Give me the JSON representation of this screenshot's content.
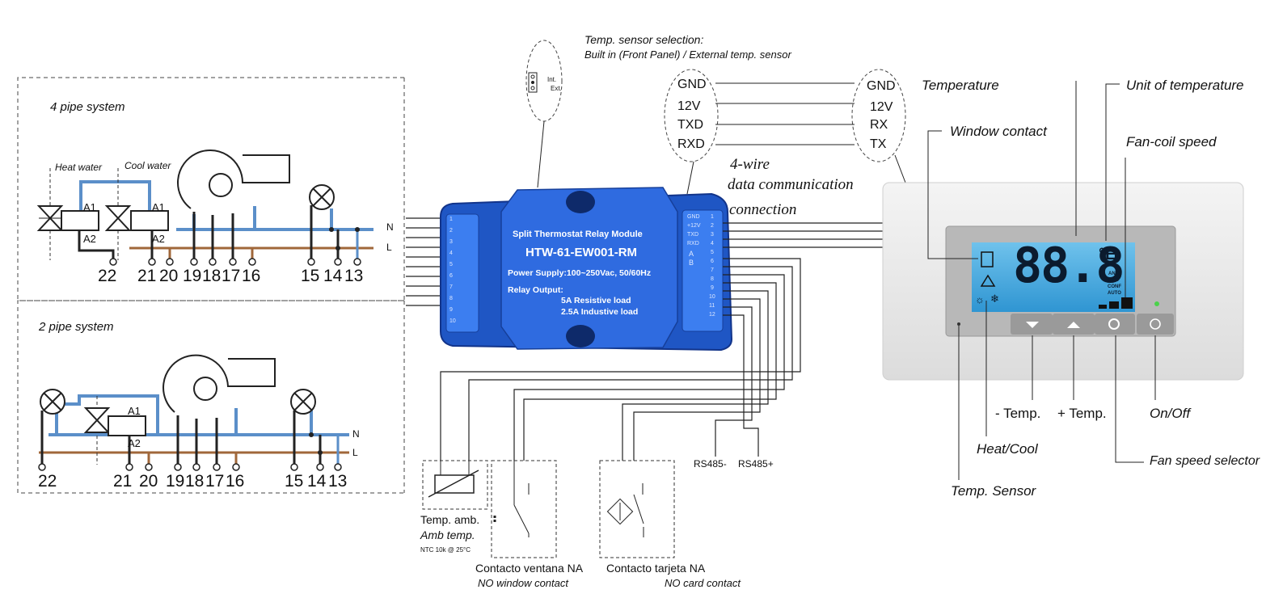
{
  "sensor_selection": {
    "title": "Temp. sensor selection:",
    "subtitle": "Built in (Front Panel) / External temp. sensor",
    "switch_int": "Int.",
    "switch_ext": "Ext."
  },
  "comm": {
    "left_pins": [
      "GND",
      "12V",
      "TXD",
      "RXD"
    ],
    "right_pins": [
      "GND",
      "12V",
      "RX",
      "TX"
    ],
    "note_line1": "4-wire",
    "note_line2": "data communication",
    "note_line3": "connection"
  },
  "four_pipe": {
    "title": "4 pipe system",
    "heat_water": "Heat water",
    "cool_water": "Cool water",
    "coil1_a1": "A1",
    "coil1_a2": "A2",
    "coil2_a1": "A1",
    "coil2_a2": "A2",
    "terminals": [
      "22",
      "21",
      "20",
      "19",
      "18",
      "17",
      "16",
      "15",
      "14",
      "13"
    ],
    "line_n": "N",
    "line_l": "L"
  },
  "two_pipe": {
    "title": "2 pipe system",
    "coil_a1": "A1",
    "coil_a2": "A2",
    "terminals": [
      "22",
      "21",
      "20",
      "19",
      "18",
      "17",
      "16",
      "15",
      "14",
      "13"
    ],
    "line_n": "N",
    "line_l": "L"
  },
  "module": {
    "title": "Split Thermostat Relay Module",
    "model": "HTW-61-EW001-RM",
    "power": "Power Supply:100~250Vac, 50/60Hz",
    "relay_title": "Relay Output:",
    "relay_1": "5A Resistive load",
    "relay_2": "2.5A Industive load",
    "left_pins": [
      "1",
      "2",
      "3",
      "4",
      "5",
      "6",
      "7",
      "8",
      "9",
      "10"
    ],
    "right_pins": [
      "GND",
      "+12V",
      "TXD",
      "RXD",
      "A",
      "B",
      "",
      "",
      "",
      ""
    ],
    "right_nums": [
      "1",
      "2",
      "3",
      "4",
      "5",
      "6",
      "7",
      "8",
      "9",
      "10",
      "11",
      "12"
    ]
  },
  "inputs": {
    "temp_amb": "Temp. amb.",
    "amb_temp": "Amb temp.",
    "ntc": "NTC 10k @ 25°C",
    "window_es": "Contacto ventana NA",
    "window_en": "NO window contact",
    "card_es": "Contacto tarjeta NA",
    "card_en": "NO card contact",
    "rs485_minus": "RS485-",
    "rs485_plus": "RS485+"
  },
  "thermostat": {
    "display": "88.8",
    "unit": "°E",
    "modes": [
      "ANTI",
      "ECO",
      "CONF",
      "AUTO"
    ]
  },
  "callouts": {
    "temperature": "Temperature",
    "unit": "Unit of temperature",
    "window": "Window contact",
    "fan_speed": "Fan-coil speed",
    "minus_temp": "- Temp.",
    "plus_temp": "+ Temp.",
    "on_off": "On/Off",
    "heat_cool": "Heat/Cool",
    "fan_selector": "Fan speed selector",
    "temp_sensor": "Temp. Sensor"
  },
  "colors": {
    "blue_pipe": "#5b8fc9",
    "brown_line": "#a0673a",
    "module_blue": "#1f56c4",
    "lcd": "#3ea6dd"
  }
}
